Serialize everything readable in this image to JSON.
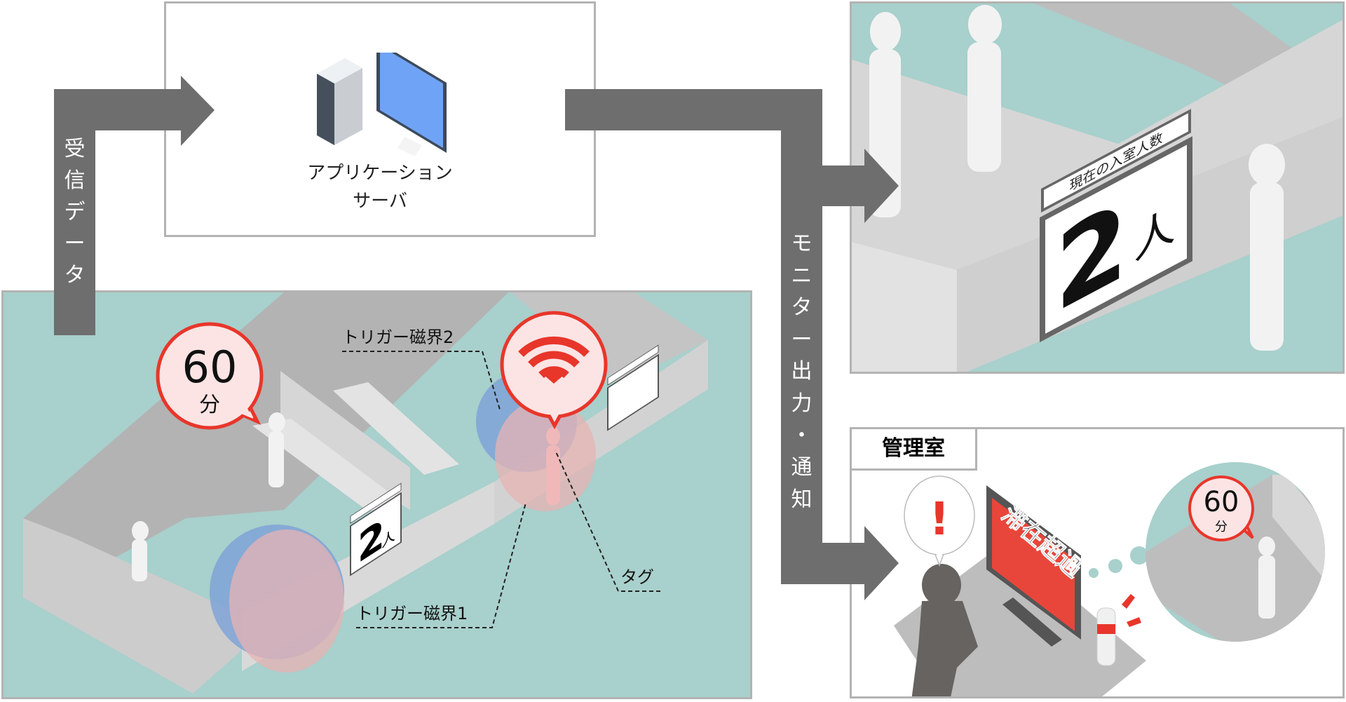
{
  "server": {
    "label_line1": "アプリケーション",
    "label_line2": "サーバ"
  },
  "arrows": {
    "received_data": [
      "受",
      "信",
      "デ",
      "ー",
      "タ"
    ],
    "monitor_output": [
      "モ",
      "ニ",
      "タ",
      "ー",
      "出",
      "力",
      "・",
      "通",
      "知"
    ]
  },
  "floor": {
    "dwell_bubble": {
      "value": "60",
      "unit": "分"
    },
    "label_trigger2": "トリガー磁界2",
    "label_trigger1": "トリガー磁界1",
    "label_tag": "タグ",
    "sign_count": "2",
    "sign_unit": "人",
    "wifi_icon": "wifi-icon"
  },
  "monitor_view": {
    "sign_title": "現在の入室人数",
    "count": "2",
    "unit": "人"
  },
  "control_room": {
    "title": "管理室",
    "alert_mark": "!",
    "screen_text": "滞在超過",
    "inset_bubble": {
      "value": "60",
      "unit": "分"
    }
  },
  "colors": {
    "arrow": "#6e6e6e",
    "teal": "#a8d0cc",
    "alert_red": "#e8362b",
    "field_blue": "#7fa3d6",
    "field_pink": "#e7b3b3"
  }
}
